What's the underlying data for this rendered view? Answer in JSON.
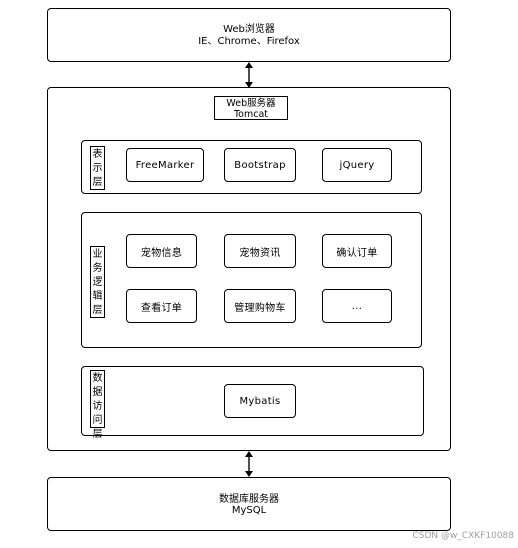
{
  "browser": {
    "line1": "Web浏览器",
    "line2": "IE、Chrome、Firefox"
  },
  "web_server": {
    "line1": "Web服务器",
    "line2": "Tomcat"
  },
  "layers": {
    "presentation": {
      "label": "表示层",
      "items": [
        "FreeMarker",
        "Bootstrap",
        "jQuery"
      ]
    },
    "business": {
      "label": "业务逻辑层",
      "items": [
        "宠物信息",
        "宠物资讯",
        "确认订单",
        "查看订单",
        "管理购物车",
        "..."
      ]
    },
    "data_access": {
      "label": "数据访问层",
      "items": [
        "Mybatis"
      ]
    }
  },
  "db_server": {
    "line1": "数据库服务器",
    "line2": "MySQL"
  },
  "watermark": "CSDN @w_CXKF10088"
}
